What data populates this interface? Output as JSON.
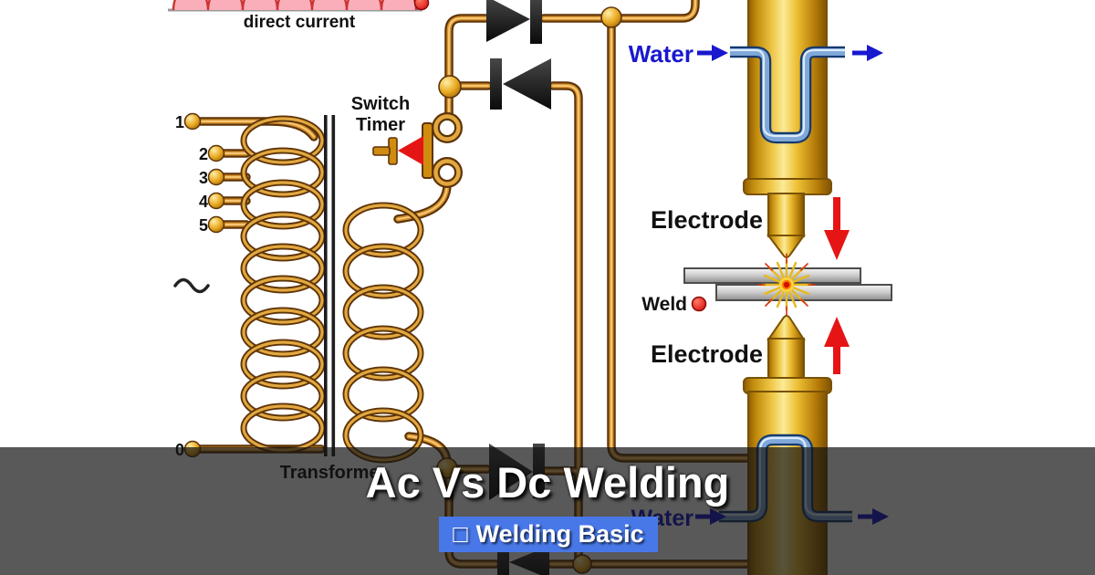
{
  "overlay": {
    "title": "Ac Vs Dc Welding",
    "badge": {
      "icon_char": "□",
      "label": "Welding Basic",
      "color": "#4878e8"
    }
  },
  "diagram": {
    "waveform_caption": "direct current",
    "tap_labels": {
      "t1": "1",
      "t2": "2",
      "t3": "3",
      "t4": "4",
      "t5": "5",
      "t0": "0"
    },
    "switch_timer": {
      "line1": "Switch",
      "line2": "Timer"
    },
    "transformer_label": "Transformer",
    "water_in_label": "Water",
    "water_out_label": "Water",
    "electrode_upper_label": "Electrode",
    "electrode_lower_label": "Electrode",
    "weld_label": "Weld"
  },
  "colors": {
    "copper_dark": "#5e3408",
    "copper": "#d9932e",
    "gold": "#e8a81e",
    "diode_black": "#161616",
    "water_text_blue": "#1818cf",
    "tube_blue": "#7fa8d8",
    "arrow_red": "#e51515",
    "wave_pink": "#f9aeb9",
    "wave_red": "#cc3333",
    "plate_gray": "#bfbfbf",
    "overlay_black": "rgba(18,18,18,0.70)",
    "badge_blue": "#4878e8"
  }
}
